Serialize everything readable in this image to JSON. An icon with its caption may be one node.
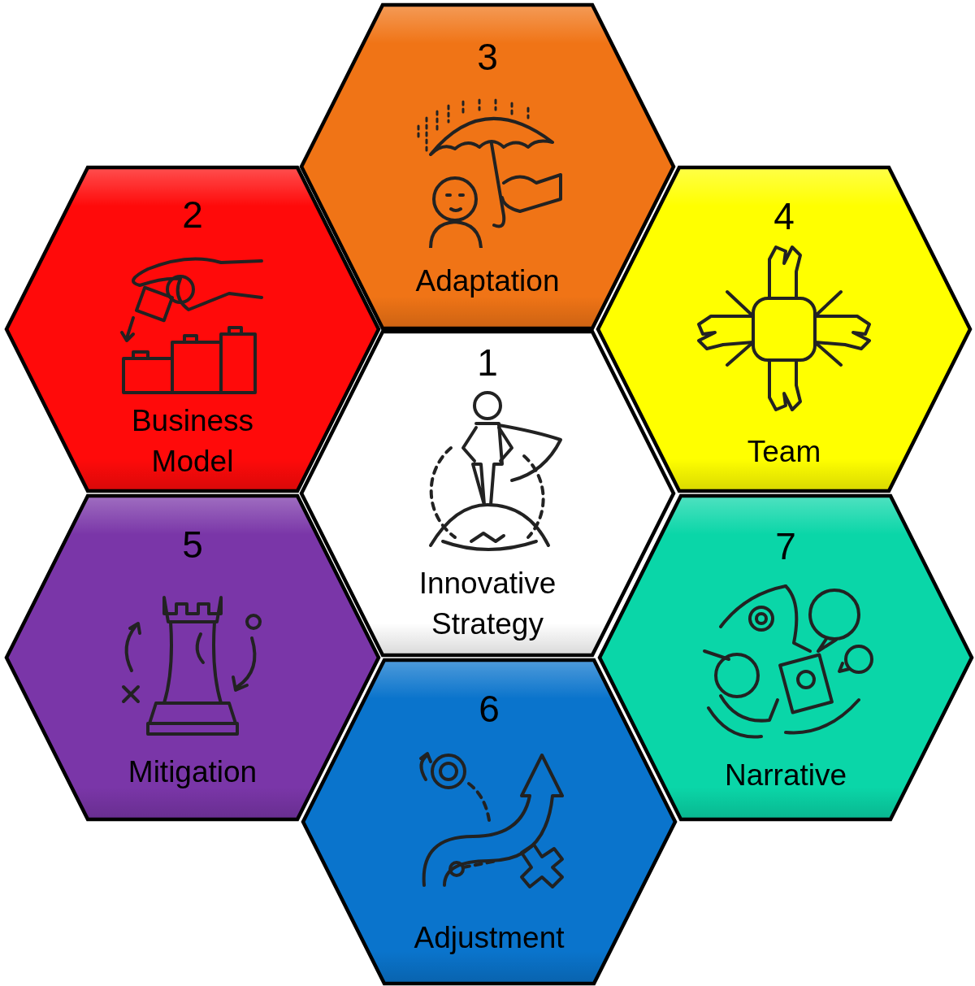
{
  "diagram": {
    "nodes": [
      {
        "text": [
          "1",
          "Innovative Strategy"
        ]
      },
      {
        "text": [
          "2",
          "Business Model"
        ]
      },
      {
        "text": [
          "3",
          "Adaptation"
        ]
      },
      {
        "text": [
          "4",
          "Team"
        ]
      },
      {
        "text": [
          "5",
          "Mitigation"
        ]
      },
      {
        "text": [
          "6",
          "Adjustment"
        ]
      },
      {
        "text": [
          "7",
          "Narrative"
        ]
      }
    ]
  }
}
